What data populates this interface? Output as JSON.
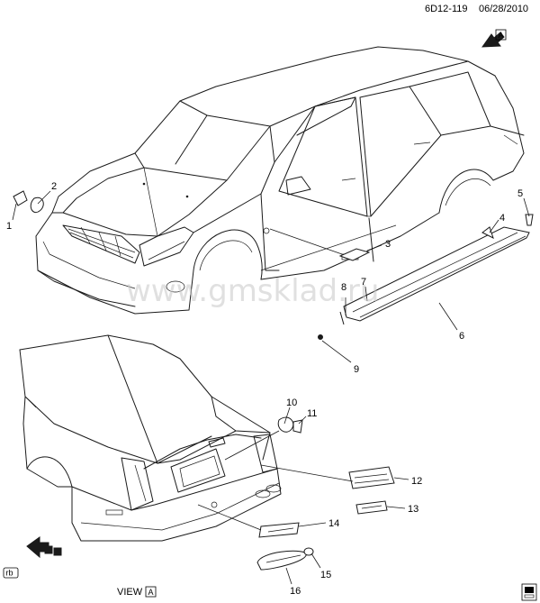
{
  "header": {
    "code": "6D12-119",
    "date": "06/28/2010"
  },
  "view_marker": "A",
  "watermark": "www.gmsklad.ru",
  "footer": {
    "left_tag": "rb",
    "view_label": "VIEW",
    "view_letter": "A"
  },
  "callouts": [
    "1",
    "2",
    "3",
    "4",
    "5",
    "6",
    "7",
    "8",
    "9",
    "10",
    "11",
    "12",
    "13",
    "14",
    "15",
    "16"
  ],
  "colors": {
    "line": "#1a1a1a",
    "background": "#ffffff",
    "watermark": "#c8c8c8"
  }
}
